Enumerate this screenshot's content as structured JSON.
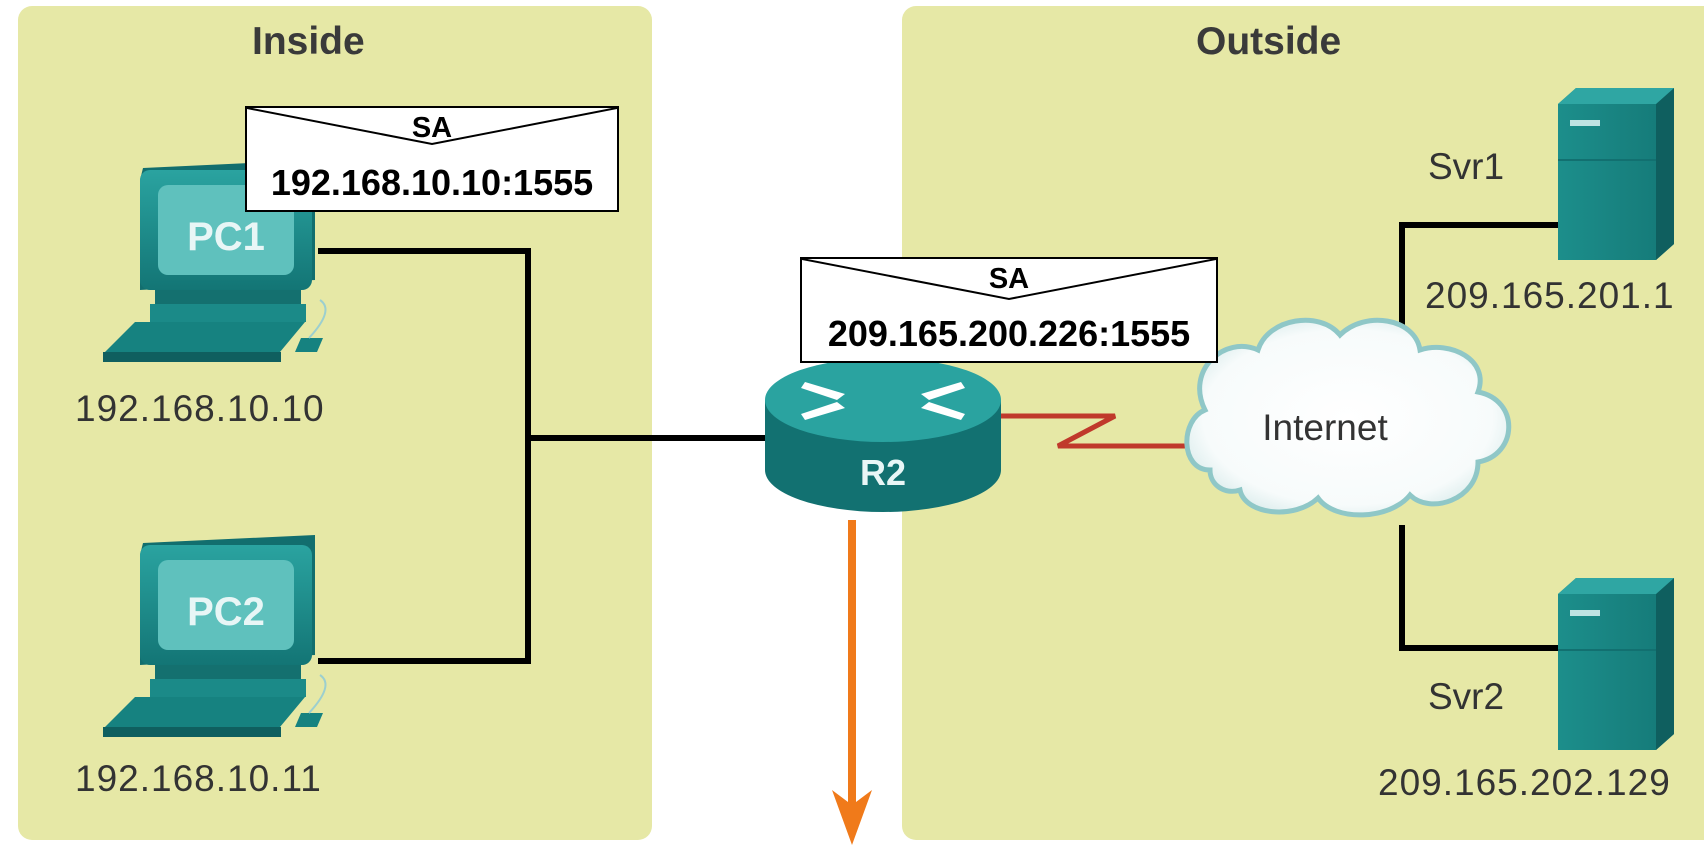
{
  "zones": {
    "inside_title": "Inside",
    "outside_title": "Outside"
  },
  "devices": {
    "pc1": {
      "label": "PC1",
      "ip": "192.168.10.10"
    },
    "pc2": {
      "label": "PC2",
      "ip": "192.168.10.11"
    },
    "router": {
      "label": "R2"
    },
    "cloud": {
      "label": "Internet"
    },
    "svr1": {
      "name": "Svr1",
      "ip": "209.165.201.1"
    },
    "svr2": {
      "name": "Svr2",
      "ip": "209.165.202.129"
    }
  },
  "packet_headers": {
    "inside": {
      "field": "SA",
      "address": "192.168.10.10:1555"
    },
    "outside": {
      "field": "SA",
      "address": "209.165.200.226:1555"
    }
  },
  "colors": {
    "zone_fill": "#e6e8a6",
    "device_teal": "#1f8a8a",
    "serial_link": "#c0392b",
    "arrow": "#f07a1a"
  },
  "icons": [
    "pc-icon",
    "router-icon",
    "cloud-icon",
    "server-icon",
    "serial-link-icon",
    "down-arrow-icon"
  ]
}
